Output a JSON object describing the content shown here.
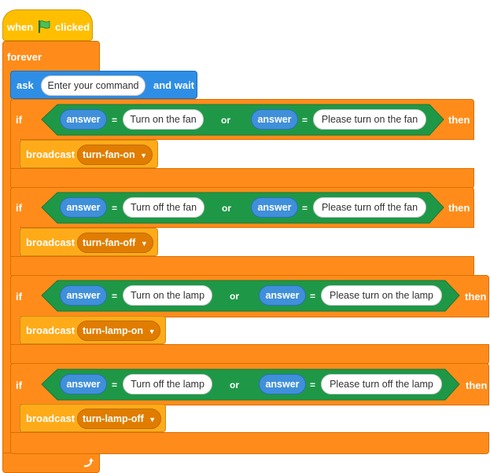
{
  "hat": {
    "when_label": "when",
    "flag_icon": "green-flag-icon",
    "clicked_label": "clicked"
  },
  "forever": {
    "label": "forever",
    "loop_icon": "loop-arrow-icon"
  },
  "ask": {
    "label": "ask",
    "prompt": "Enter your command",
    "wait_label": "and wait"
  },
  "if_blocks": [
    {
      "if_label": "if",
      "then_label": "then",
      "left": {
        "reporter": "answer",
        "eq": "=",
        "value": "Turn on the fan"
      },
      "or_label": "or",
      "right": {
        "reporter": "answer",
        "eq": "=",
        "value": "Please turn on the fan"
      },
      "broadcast_label": "broadcast",
      "message": "turn-fan-on"
    },
    {
      "if_label": "if",
      "then_label": "then",
      "left": {
        "reporter": "answer",
        "eq": "=",
        "value": "Turn off the fan"
      },
      "or_label": "or",
      "right": {
        "reporter": "answer",
        "eq": "=",
        "value": "Please turn off the fan"
      },
      "broadcast_label": "broadcast",
      "message": "turn-fan-off"
    },
    {
      "if_label": "if",
      "then_label": "then",
      "left": {
        "reporter": "answer",
        "eq": "=",
        "value": "Turn on the lamp"
      },
      "or_label": "or",
      "right": {
        "reporter": "answer",
        "eq": "=",
        "value": "Please turn on the lamp"
      },
      "broadcast_label": "broadcast",
      "message": "turn-lamp-on"
    },
    {
      "if_label": "if",
      "then_label": "then",
      "left": {
        "reporter": "answer",
        "eq": "=",
        "value": "Turn off the lamp"
      },
      "or_label": "or",
      "right": {
        "reporter": "answer",
        "eq": "=",
        "value": "Please turn off the lamp"
      },
      "broadcast_label": "broadcast",
      "message": "turn-lamp-off"
    }
  ],
  "dropdown_icon": "dropdown-triangle-icon",
  "colors": {
    "events": "#ffbf00",
    "control": "#ff8c1a",
    "sensing": "#2e8ee6",
    "operators": "#1e9847",
    "event_inner": "#ffab19"
  }
}
